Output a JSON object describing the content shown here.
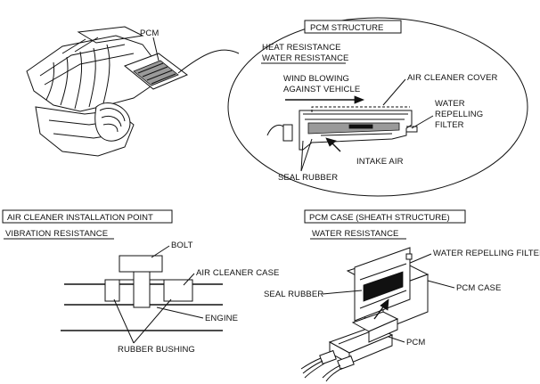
{
  "labels": {
    "pcm_top": "PCM",
    "pcm_structure": "PCM STRUCTURE",
    "heat_resistance": "HEAT RESISTANCE",
    "water_resistance_1": "WATER RESISTANCE",
    "air_cleaner_cover": "AIR CLEANER COVER",
    "wind_line1": "WIND BLOWING",
    "wind_line2": "AGAINST VEHICLE",
    "water_line1": "WATER",
    "water_line2": "REPELLING",
    "water_line3": "FILTER",
    "intake_air": "INTAKE AIR",
    "seal_rubber_top": "SEAL RUBBER",
    "install_point": "AIR CLEANER INSTALLATION POINT",
    "vibration_resistance": "VIBRATION RESISTANCE",
    "bolt": "BOLT",
    "air_cleaner_case": "AIR CLEANER CASE",
    "engine": "ENGINE",
    "rubber_bushing": "RUBBER BUSHING",
    "pcm_case_header": "PCM CASE (SHEATH STRUCTURE)",
    "water_resistance_2": "WATER RESISTANCE",
    "water_repelling_filter": "WATER REPELLING FILTER",
    "seal_rubber_bottom": "SEAL RUBBER",
    "pcm_case": "PCM CASE",
    "pcm_bottom": "PCM"
  }
}
